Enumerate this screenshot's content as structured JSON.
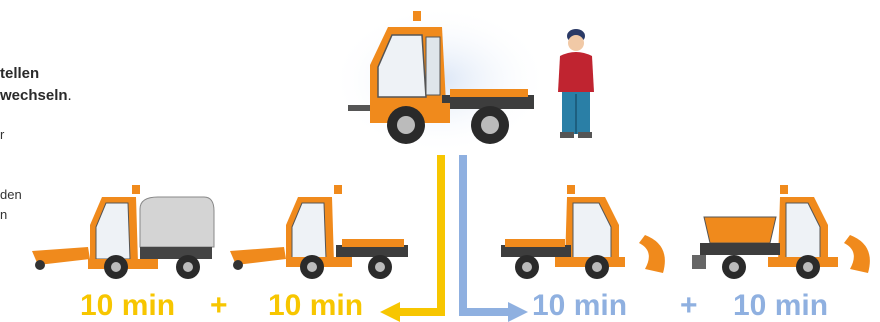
{
  "text": {
    "line1": "tellen",
    "line2": "wechseln",
    "line2_tail": ".",
    "frag1": "r",
    "frag2": "den",
    "frag3": "n"
  },
  "times": {
    "left1": "10 min",
    "left_plus": "+",
    "left2": "10 min",
    "right1": "10 min",
    "right_plus": "+",
    "right2": "10 min"
  },
  "colors": {
    "yellow": "#f7c600",
    "blue": "#8fb0e0",
    "orange": "#e8831e"
  },
  "icons": [
    "vehicle-base-icon",
    "person-icon",
    "vehicle-sweeper-icon",
    "vehicle-mower-icon",
    "vehicle-snowplow-icon",
    "vehicle-spreader-icon"
  ]
}
